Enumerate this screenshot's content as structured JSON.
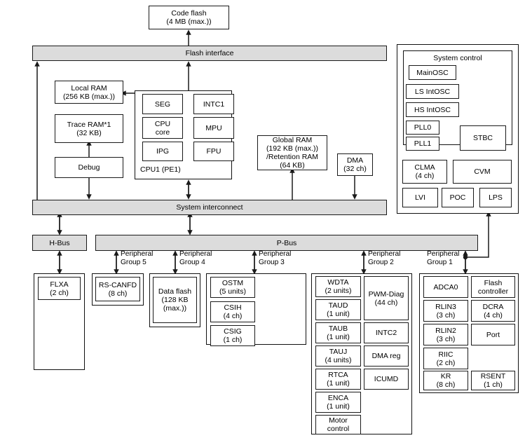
{
  "diagram": {
    "title": "MCU block diagram",
    "colors": {
      "bus_fill": "#dcdcdc",
      "line": "#1a1a1a",
      "box_fill": "#ffffff"
    }
  },
  "memory": {
    "code_flash": "Code flash\n(4 MB (max.))",
    "flash_interface": "Flash interface",
    "local_ram": "Local RAM\n(256 KB (max.))",
    "trace_ram": "Trace RAM*1\n(32 KB)",
    "debug": "Debug",
    "global_ram": "Global RAM\n(192 KB (max.))\n/Retention RAM\n(64 KB)",
    "dma": "DMA\n(32 ch)"
  },
  "cpu": {
    "label": "CPU1 (PE1)",
    "blocks": [
      {
        "name": "SEG"
      },
      {
        "name": "INTC1"
      },
      {
        "name": "CPU\ncore"
      },
      {
        "name": "MPU"
      },
      {
        "name": "IPG"
      },
      {
        "name": "FPU"
      }
    ]
  },
  "system_control": {
    "title": "System control",
    "inner": [
      {
        "name": "MainOSC"
      },
      {
        "name": "LS IntOSC"
      },
      {
        "name": "HS IntOSC"
      },
      {
        "name": "PLL0"
      },
      {
        "name": "PLL1"
      },
      {
        "name": "STBC"
      }
    ],
    "outer": [
      {
        "name": "CLMA\n(4 ch)"
      },
      {
        "name": "CVM"
      },
      {
        "name": "LVI"
      },
      {
        "name": "POC"
      },
      {
        "name": "LPS"
      }
    ]
  },
  "buses": {
    "system_interconnect": "System interconnect",
    "h_bus": "H-Bus",
    "p_bus": "P-Bus"
  },
  "group_labels": [
    {
      "text": "Peripheral\nGroup 5"
    },
    {
      "text": "Peripheral\nGroup 4"
    },
    {
      "text": "Peripheral\nGroup 3"
    },
    {
      "text": "Peripheral\nGroup 2"
    },
    {
      "text": "Peripheral\nGroup 1"
    }
  ],
  "peripherals": {
    "h_bus_group": [
      {
        "name": "FLXA\n(2 ch)"
      }
    ],
    "group5": [
      {
        "name": "RS-CANFD\n(8 ch)"
      }
    ],
    "group4": [
      {
        "name": "Data flash\n(128 KB\n(max.))"
      }
    ],
    "group3": [
      {
        "name": "OSTM\n(5 units)"
      },
      {
        "name": "CSIH\n(4 ch)"
      },
      {
        "name": "CSIG\n(1 ch)"
      }
    ],
    "group2_left": [
      {
        "name": "WDTA\n(2 units)"
      },
      {
        "name": "TAUD\n(1 unit)"
      },
      {
        "name": "TAUB\n(1 unit)"
      },
      {
        "name": "TAUJ\n(4 units)"
      },
      {
        "name": "RTCA\n(1 unit)"
      },
      {
        "name": "ENCA\n(1 unit)"
      },
      {
        "name": "Motor\ncontrol"
      }
    ],
    "group2_right": [
      {
        "name": "PWM-Diag\n(44 ch)"
      },
      {
        "name": "INTC2"
      },
      {
        "name": "DMA reg"
      },
      {
        "name": "ICUMD"
      }
    ],
    "group1_left": [
      {
        "name": "ADCA0"
      },
      {
        "name": "RLIN3\n(3 ch)"
      },
      {
        "name": "RLIN2\n(3 ch)"
      },
      {
        "name": "RIIC\n(2 ch)"
      },
      {
        "name": "KR\n(8 ch)"
      }
    ],
    "group1_right": [
      {
        "name": "Flash\ncontroller"
      },
      {
        "name": "DCRA\n(4 ch)"
      },
      {
        "name": "Port"
      },
      {
        "name": "RSENT\n(1 ch)"
      }
    ]
  }
}
